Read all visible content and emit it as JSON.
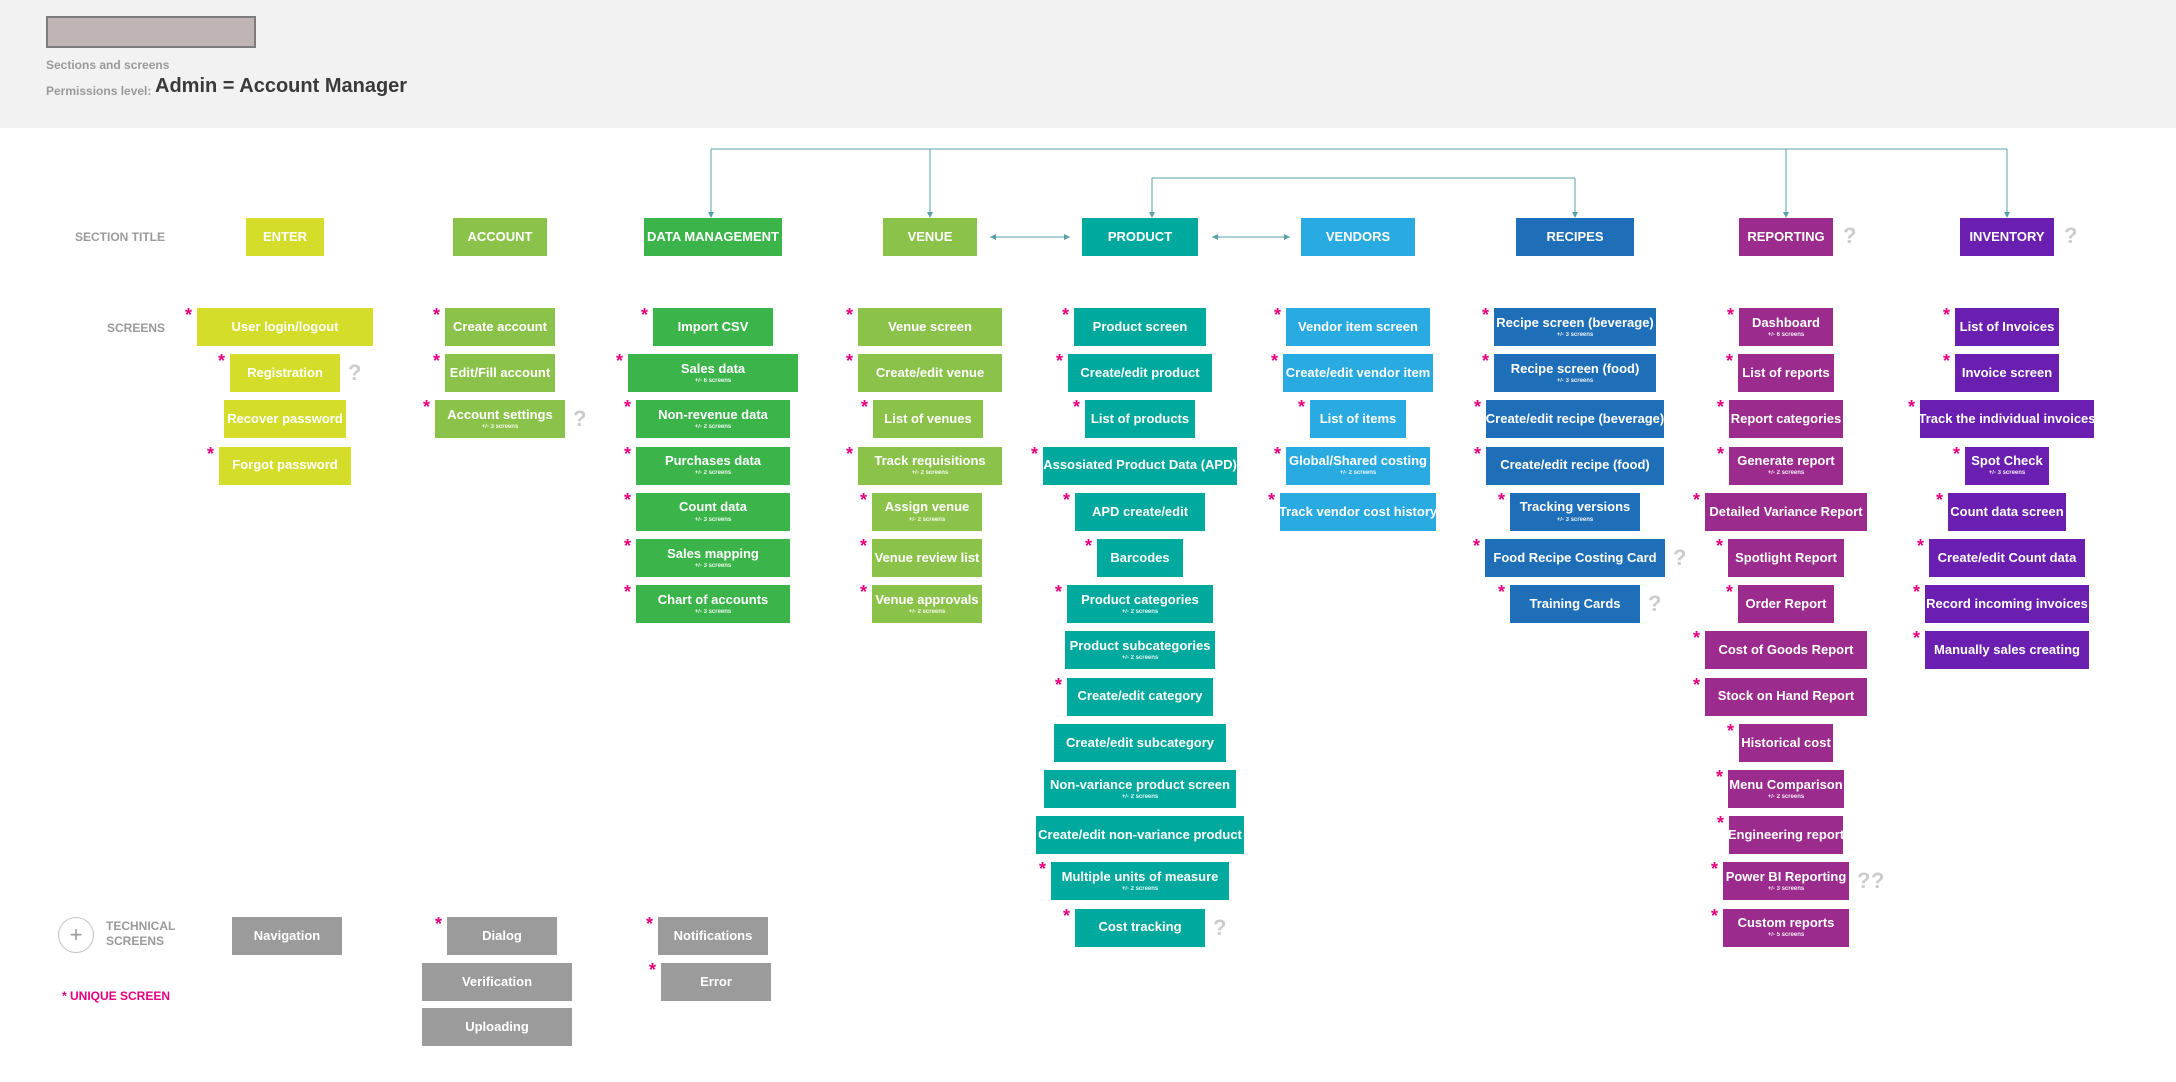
{
  "header": {
    "subtitle": "Sections and screens",
    "permissions_label": "Permissions level:",
    "permissions_value": "Admin = Account Manager"
  },
  "row_labels": {
    "section_title": "SECTION TITLE",
    "screens": "SCREENS",
    "technical_screens": "TECHNICAL\nSCREENS"
  },
  "legend": {
    "unique_screen": "* UNIQUE SCREEN",
    "add_icon": "plus-icon",
    "add_symbol": "+"
  },
  "marks": {
    "question": "?",
    "asterisk": "*"
  },
  "colors": {
    "enter": "#d4dd2a",
    "account": "#8bc34a",
    "data": "#3bb54a",
    "venue": "#8bc34a",
    "product": "#00a99d",
    "vendors": "#29abe2",
    "recipes": "#1f6fb8",
    "reporting": "#9b2c8e",
    "inventory": "#6a1fb0",
    "technical": "#9b9b9b",
    "unique": "#e6007e",
    "connector": "#5aa0a8"
  },
  "sections": [
    {
      "id": "enter",
      "title": "ENTER",
      "screens": [
        {
          "label": "User login/logout",
          "unique": true
        },
        {
          "label": "Registration",
          "unique": true,
          "question": true
        },
        {
          "label": "Recover password"
        },
        {
          "label": "Forgot password",
          "unique": true
        }
      ]
    },
    {
      "id": "account",
      "title": "ACCOUNT",
      "screens": [
        {
          "label": "Create account",
          "unique": true
        },
        {
          "label": "Edit/Fill account",
          "unique": true
        },
        {
          "label": "Account settings",
          "note": "+/- 3 screens",
          "unique": true,
          "question": true
        }
      ]
    },
    {
      "id": "data",
      "title": "DATA MANAGEMENT",
      "screens": [
        {
          "label": "Import CSV",
          "unique": true
        },
        {
          "label": "Sales data",
          "note": "+/- 6 screens",
          "unique": true
        },
        {
          "label": "Non-revenue data",
          "note": "+/- 2 screens",
          "unique": true
        },
        {
          "label": "Purchases data",
          "note": "+/- 2 screens",
          "unique": true
        },
        {
          "label": "Count data",
          "note": "+/- 3 screens",
          "unique": true
        },
        {
          "label": "Sales mapping",
          "note": "+/- 3 screens",
          "unique": true
        },
        {
          "label": "Chart of accounts",
          "note": "+/- 3 screens",
          "unique": true
        }
      ]
    },
    {
      "id": "venue",
      "title": "VENUE",
      "screens": [
        {
          "label": "Venue screen",
          "unique": true
        },
        {
          "label": "Create/edit venue",
          "unique": true
        },
        {
          "label": "List of venues",
          "unique": true
        },
        {
          "label": "Track requisitions",
          "note": "+/- 2 screens",
          "unique": true
        },
        {
          "label": "Assign venue",
          "note": "+/- 2 screens",
          "unique": true
        },
        {
          "label": "Venue review list",
          "unique": true
        },
        {
          "label": "Venue approvals",
          "note": "+/- 2 screens",
          "unique": true
        }
      ]
    },
    {
      "id": "product",
      "title": "PRODUCT",
      "screens": [
        {
          "label": "Product screen",
          "unique": true
        },
        {
          "label": "Create/edit product",
          "unique": true
        },
        {
          "label": "List of products",
          "unique": true
        },
        {
          "label": "Assosiated Product Data (APD)",
          "unique": true
        },
        {
          "label": "APD create/edit",
          "unique": true
        },
        {
          "label": "Barcodes",
          "unique": true
        },
        {
          "label": "Product categories",
          "note": "+/- 2 screens",
          "unique": true
        },
        {
          "label": "Product subcategories",
          "note": "+/- 2 screens"
        },
        {
          "label": "Create/edit category",
          "unique": true
        },
        {
          "label": "Create/edit subcategory"
        },
        {
          "label": "Non-variance product screen",
          "note": "+/- 2 screens"
        },
        {
          "label": "Create/edit non-variance product"
        },
        {
          "label": "Multiple units of measure",
          "note": "+/- 2 screens",
          "unique": true
        },
        {
          "label": "Cost tracking",
          "unique": true,
          "question": true
        }
      ]
    },
    {
      "id": "vendors",
      "title": "VENDORS",
      "screens": [
        {
          "label": "Vendor item screen",
          "unique": true
        },
        {
          "label": "Create/edit vendor item",
          "unique": true
        },
        {
          "label": "List of items",
          "unique": true
        },
        {
          "label": "Global/Shared costing",
          "note": "+/- 2 screens",
          "unique": true
        },
        {
          "label": "Track vendor cost history",
          "unique": true
        }
      ]
    },
    {
      "id": "recipes",
      "title": "RECIPES",
      "screens": [
        {
          "label": "Recipe screen (beverage)",
          "note": "+/- 3 screens",
          "unique": true
        },
        {
          "label": "Recipe screen (food)",
          "note": "+/- 3 screens",
          "unique": true
        },
        {
          "label": "Create/edit recipe (beverage)",
          "unique": true
        },
        {
          "label": "Create/edit recipe (food)",
          "unique": true
        },
        {
          "label": "Tracking versions",
          "note": "+/- 3 screens",
          "unique": true
        },
        {
          "label": "Food Recipe Costing Card",
          "unique": true,
          "question": true
        },
        {
          "label": "Training Cards",
          "unique": true,
          "question": true
        }
      ]
    },
    {
      "id": "reporting",
      "title": "REPORTING",
      "question": true,
      "screens": [
        {
          "label": "Dashboard",
          "note": "+/- 6 screens",
          "unique": true
        },
        {
          "label": "List of reports",
          "unique": true
        },
        {
          "label": "Report categories",
          "unique": true
        },
        {
          "label": "Generate report",
          "note": "+/- 2 screens",
          "unique": true
        },
        {
          "label": "Detailed Variance Report",
          "unique": true
        },
        {
          "label": "Spotlight Report",
          "unique": true
        },
        {
          "label": "Order Report",
          "unique": true
        },
        {
          "label": "Cost of Goods Report",
          "unique": true
        },
        {
          "label": "Stock on Hand Report",
          "unique": true
        },
        {
          "label": "Historical cost",
          "unique": true
        },
        {
          "label": "Menu Comparison",
          "note": "+/- 2 screens",
          "unique": true
        },
        {
          "label": "Engineering report",
          "unique": true
        },
        {
          "label": "Power BI Reporting",
          "note": "+/- 3 screens",
          "unique": true,
          "question": true,
          "double_q": true
        },
        {
          "label": "Custom reports",
          "note": "+/- 5 screens",
          "unique": true
        }
      ]
    },
    {
      "id": "inventory",
      "title": "INVENTORY",
      "question": true,
      "screens": [
        {
          "label": "List of Invoices",
          "unique": true
        },
        {
          "label": "Invoice screen",
          "unique": true
        },
        {
          "label": "Track the individual invoices",
          "unique": true
        },
        {
          "label": "Spot Check",
          "note": "+/- 3 screens",
          "unique": true
        },
        {
          "label": "Count data screen",
          "unique": true
        },
        {
          "label": "Create/edit Count data",
          "unique": true
        },
        {
          "label": "Record incoming invoices",
          "unique": true
        },
        {
          "label": "Manually sales creating",
          "unique": true
        }
      ]
    }
  ],
  "technical": [
    {
      "label": "Navigation"
    },
    {
      "label": "Dialog",
      "unique": true
    },
    {
      "label": "Verification"
    },
    {
      "label": "Uploading"
    },
    {
      "label": "Notifications",
      "unique": true
    },
    {
      "label": "Error",
      "unique": true
    }
  ]
}
